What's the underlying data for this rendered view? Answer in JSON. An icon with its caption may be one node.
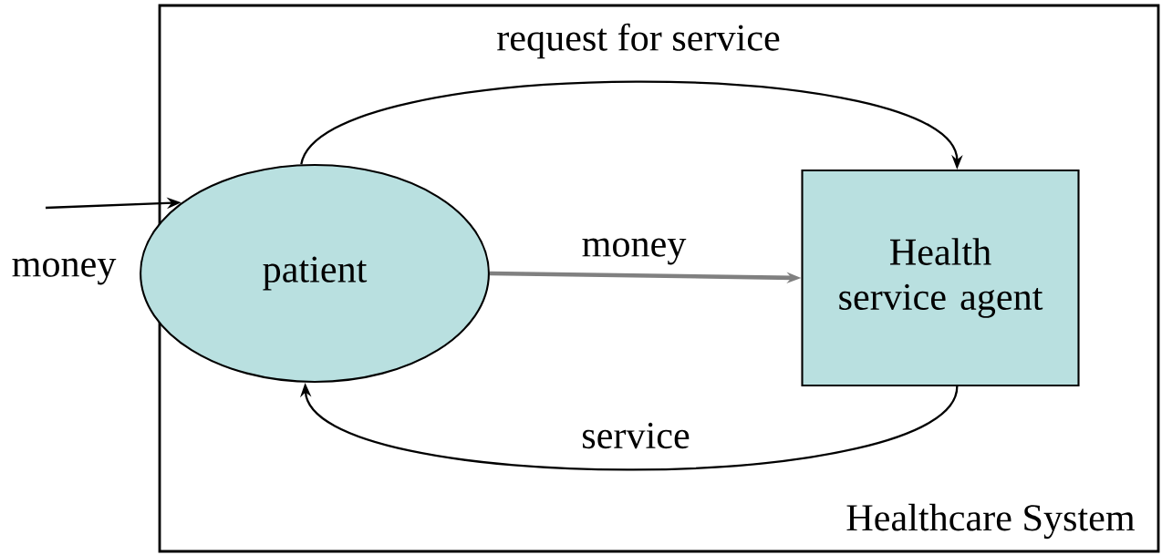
{
  "diagram": {
    "nodes": [
      {
        "text": [
          "Healthcare System"
        ]
      },
      {
        "text": [
          "patient"
        ],
        "in": 0
      },
      {
        "text": [
          "Health service agent"
        ],
        "in": 0
      }
    ],
    "edges": [
      {
        "from": 1,
        "to": 2,
        "arrow": "to",
        "label": "request for service"
      },
      {
        "from": 1,
        "to": 2,
        "arrow": "to",
        "label": "money",
        "style": "thick",
        "color": "#808080"
      },
      {
        "from": 2,
        "to": 1,
        "arrow": "to",
        "label": "service"
      },
      {
        "from": null,
        "to": 1,
        "arrow": "to",
        "label": "money"
      }
    ]
  }
}
